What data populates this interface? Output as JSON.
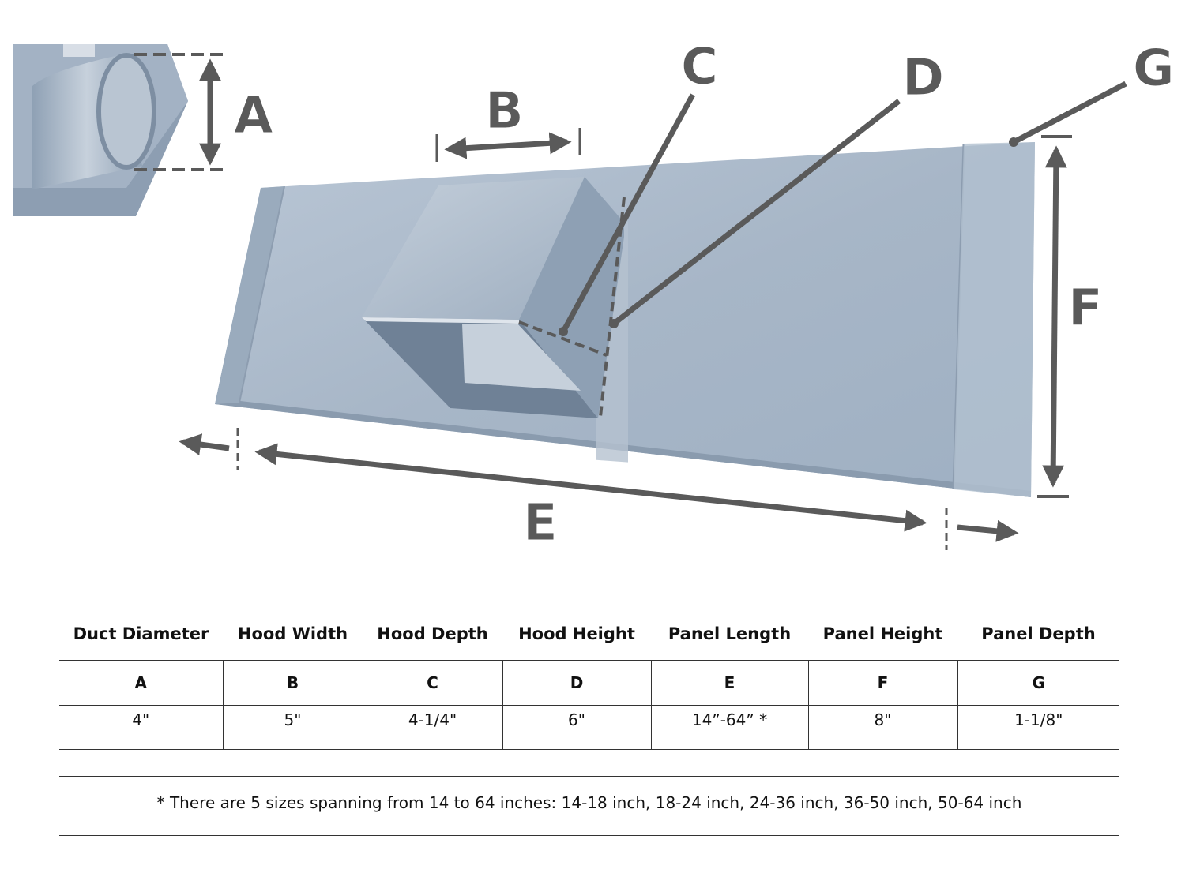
{
  "labels": {
    "a": "A",
    "b": "B",
    "c": "C",
    "d": "D",
    "e": "E",
    "f": "F",
    "g": "G"
  },
  "table": {
    "headers": [
      "Duct Diameter",
      "Hood Width",
      "Hood Depth",
      "Hood Height",
      "Panel Length",
      "Panel Height",
      "Panel Depth"
    ],
    "letters": [
      "A",
      "B",
      "C",
      "D",
      "E",
      "F",
      "G"
    ],
    "values": [
      "4\"",
      "5\"",
      "4-1/4\"",
      "6\"",
      "14”-64” *",
      "8\"",
      "1-1/8\""
    ]
  },
  "footnote": "* There are 5 sizes spanning from 14 to 64 inches:  14-18 inch, 18-24 inch, 24-36 inch, 36-50 inch, 50-64 inch",
  "colors": {
    "metal": "#a9b8c9",
    "metal_dark": "#7f91a6",
    "dimension": "#5a5a5a"
  }
}
